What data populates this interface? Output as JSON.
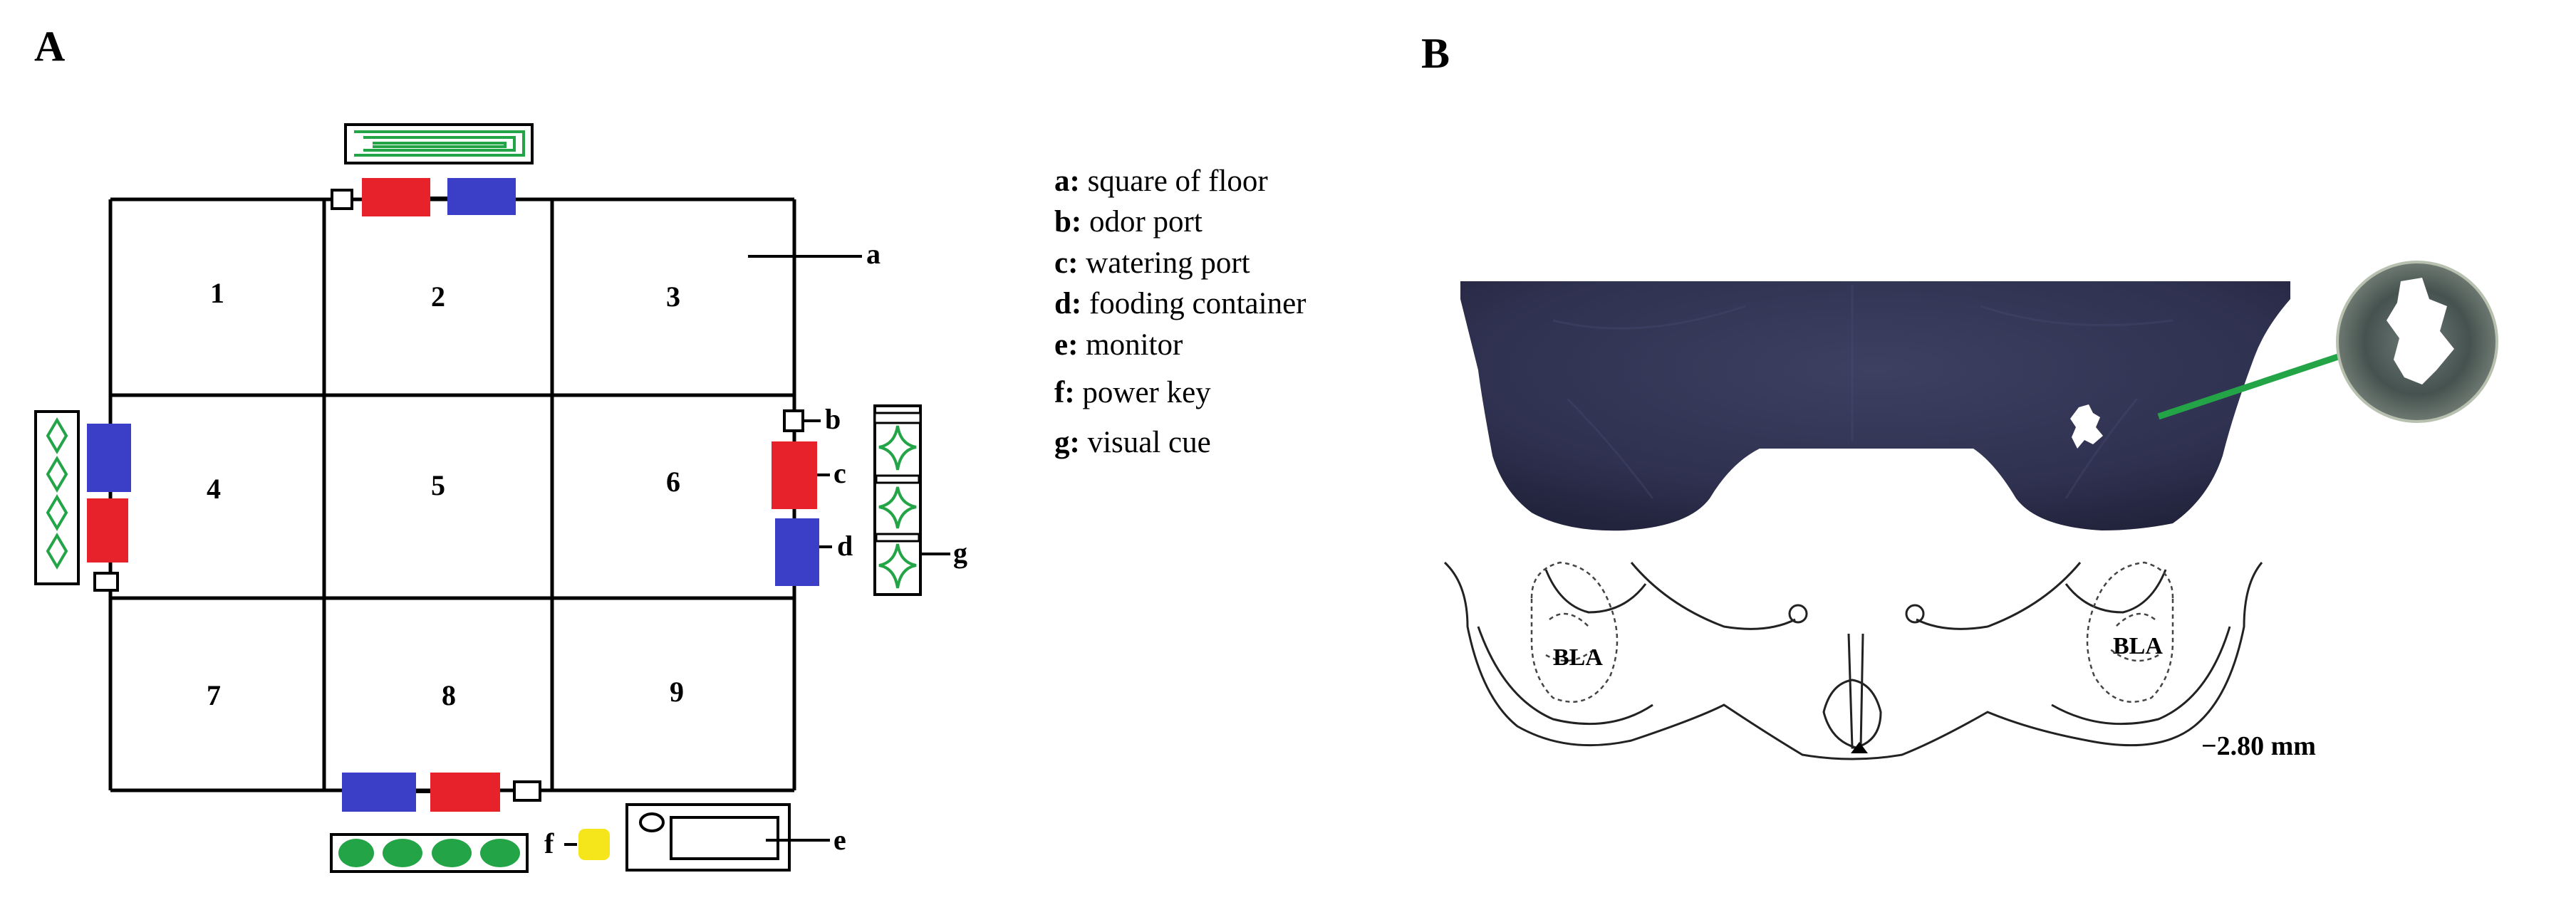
{
  "panels": {
    "a": "A",
    "b": "B"
  },
  "rooms": [
    "1",
    "2",
    "3",
    "4",
    "5",
    "6",
    "7",
    "8",
    "9"
  ],
  "component_letters": {
    "a": "a",
    "b": "b",
    "c": "c",
    "d": "d",
    "e": "e",
    "f": "f",
    "g": "g"
  },
  "legend": [
    {
      "key": "a:",
      "text": " square of floor"
    },
    {
      "key": "b:",
      "text": " odor port"
    },
    {
      "key": "c:",
      "text": " watering port"
    },
    {
      "key": "d:",
      "text": " fooding container"
    },
    {
      "key": "e:",
      "text": " monitor"
    },
    {
      "key": "f:",
      "text": " power key"
    },
    {
      "key": "g:",
      "text": " visual cue"
    }
  ],
  "brain": {
    "region_left": "BLA",
    "region_right": "BLA",
    "scale": "−2.80 mm"
  },
  "colors": {
    "water_red": "#e8222b",
    "food_blue": "#3b3fc8",
    "cue_green": "#23a447",
    "key_yellow": "#f5e61b",
    "tissue": "#2f3150",
    "line": "#000000"
  }
}
